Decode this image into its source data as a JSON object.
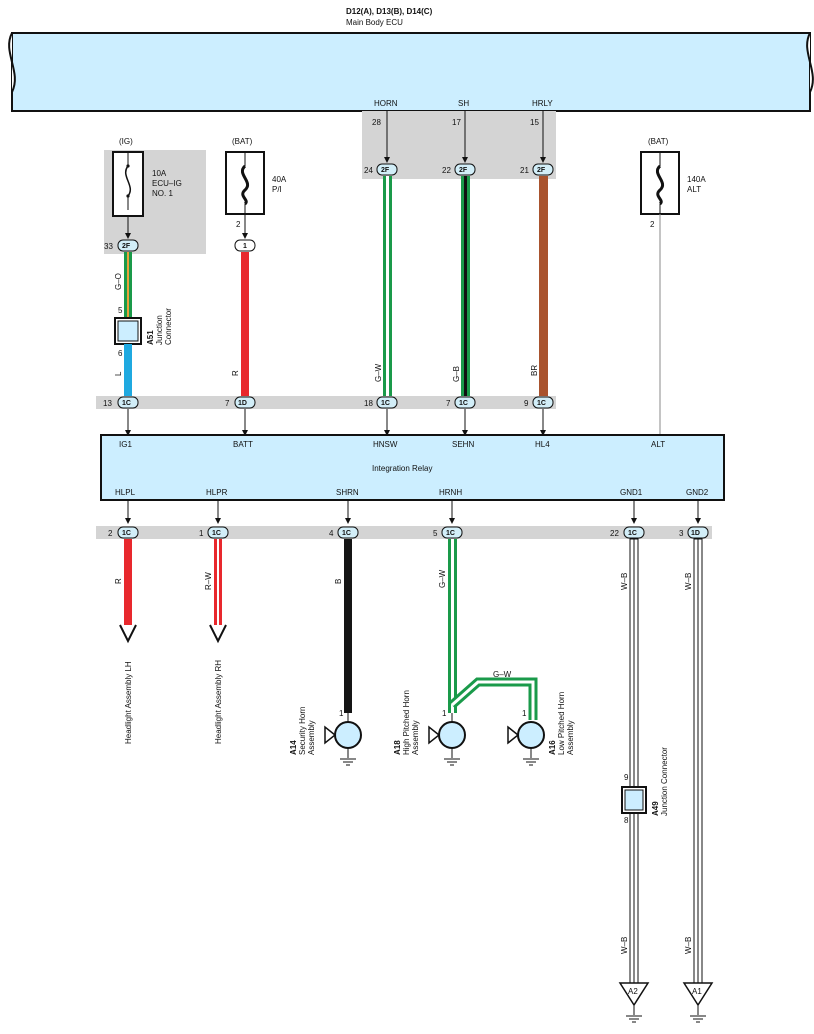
{
  "ecu": {
    "id": "D12(A), D13(B), D14(C)",
    "name": "Main Body ECU"
  },
  "ecu_pins": {
    "horn": {
      "term": "HORN",
      "pin": "28"
    },
    "sh": {
      "term": "SH",
      "pin": "17"
    },
    "hrly": {
      "term": "HRLY",
      "pin": "15"
    }
  },
  "conn_2f": {
    "c24": {
      "pin": "24",
      "name": "2F"
    },
    "c22": {
      "pin": "22",
      "name": "2F"
    },
    "c21": {
      "pin": "21",
      "name": "2F"
    }
  },
  "fuses": {
    "ig": {
      "source": "(IG)",
      "rating": "10A",
      "name1": "ECU–IG",
      "name2": "NO. 1"
    },
    "bat40": {
      "source": "(BAT)",
      "rating": "40A",
      "name1": "P/I",
      "pin": "2"
    },
    "bat140": {
      "source": "(BAT)",
      "rating": "140A",
      "name1": "ALT",
      "pin": "2"
    }
  },
  "fuse_conns": {
    "ig": {
      "pin": "33",
      "name": "2F"
    },
    "bat": {
      "name": "1"
    }
  },
  "junction_a51": {
    "id": "A51",
    "label1": "Junction",
    "label2": "Connector",
    "pin_top": "5",
    "pin_bottom": "6"
  },
  "wire_colors": {
    "ig_upper": "G–O",
    "ig_lower": "L",
    "batt": "R",
    "hnsw": "G–W",
    "sehn": "G–B",
    "hl4": "BR"
  },
  "relay_top": {
    "ig1": {
      "pin": "13",
      "conn": "1C",
      "term": "IG1"
    },
    "batt": {
      "pin": "7",
      "conn": "1D",
      "term": "BATT"
    },
    "hnsw": {
      "pin": "18",
      "conn": "1C",
      "term": "HNSW"
    },
    "sehn": {
      "pin": "7",
      "conn": "1C",
      "term": "SEHN"
    },
    "hl4": {
      "pin": "9",
      "conn": "1C",
      "term": "HL4"
    },
    "alt": {
      "term": "ALT"
    }
  },
  "relay": {
    "name": "Integration Relay"
  },
  "relay_bottom": {
    "hlpl": {
      "pin": "2",
      "conn": "1C",
      "term": "HLPL",
      "wire": "R",
      "dest": "Headlight Assembly LH"
    },
    "hlpr": {
      "pin": "1",
      "conn": "1C",
      "term": "HLPR",
      "wire": "R–W",
      "dest": "Headlight Assembly RH"
    },
    "shrn": {
      "pin": "4",
      "conn": "1C",
      "term": "SHRN",
      "wire": "B"
    },
    "hrnh": {
      "pin": "5",
      "conn": "1C",
      "term": "HRNH",
      "wire": "G–W",
      "wire2": "G–W"
    },
    "gnd1": {
      "pin": "22",
      "conn": "1C",
      "term": "GND1",
      "wire": "W–B",
      "wire_low": "W–B"
    },
    "gnd2": {
      "pin": "3",
      "conn": "1D",
      "term": "GND2",
      "wire": "W–B",
      "wire_low": "W–B"
    }
  },
  "horns": {
    "a14": {
      "id": "A14",
      "l1": "Security Horn",
      "l2": "Assembly",
      "pin": "1"
    },
    "a18": {
      "id": "A18",
      "l1": "High Pitched Horn",
      "l2": "Assembly",
      "pin": "1"
    },
    "a16": {
      "id": "A16",
      "l1": "Low Pitched Horn",
      "l2": "Assembly",
      "pin": "1"
    }
  },
  "junction_a49": {
    "id": "A49",
    "label": "Junction Connector",
    "pin_top": "9",
    "pin_bottom": "8"
  },
  "grounds": {
    "a2": "A2",
    "a1": "A1"
  },
  "colors": {
    "ecu_fill": "#cceeff",
    "band": "#d4d4d4",
    "green": "#1a9a4a",
    "red": "#e8282d",
    "blue": "#1fa9e0",
    "brown": "#a9532e",
    "black": "#151515",
    "relay_fill": "#cceeff",
    "conn_fill": "#d2eef8"
  }
}
